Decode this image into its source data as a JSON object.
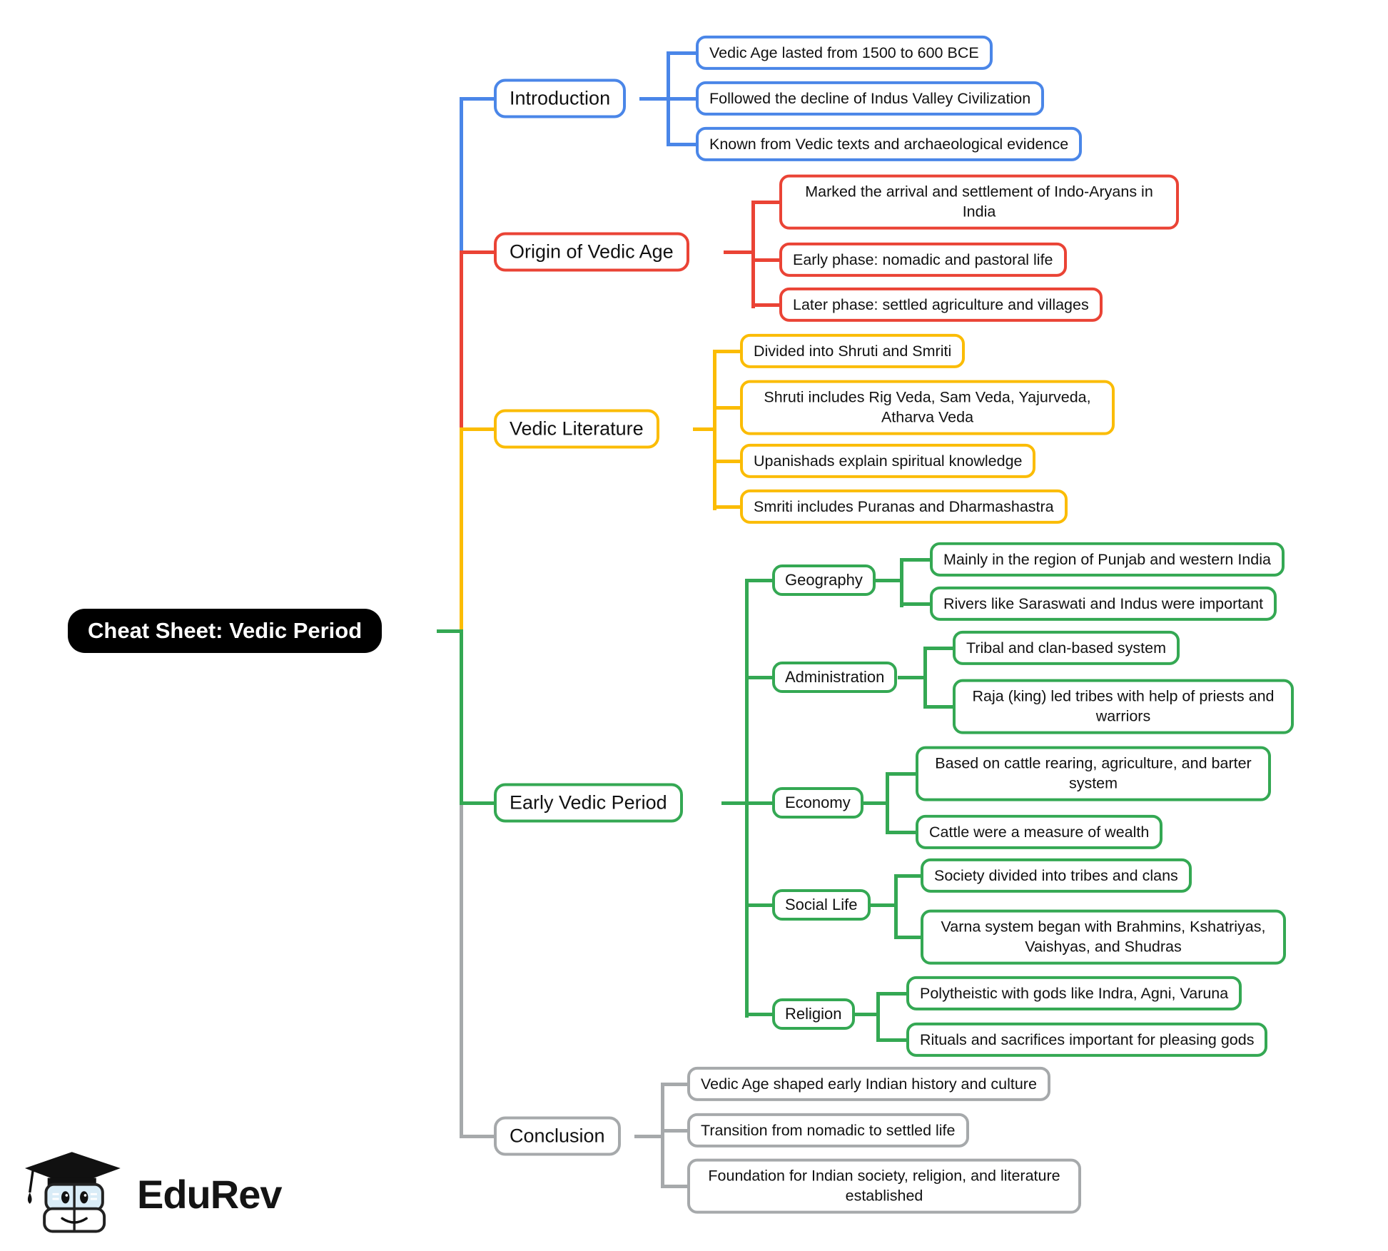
{
  "title": "Cheat Sheet: Vedic Period mind map",
  "colors": {
    "blue": "#4A86E8",
    "red": "#EA4335",
    "yellow": "#FBBC04",
    "green": "#34A853",
    "gray": "#A6A9AB",
    "root_bg": "#000000",
    "root_text": "#FFFFFF"
  },
  "map": {
    "root": "Cheat Sheet: Vedic Period",
    "branches": [
      {
        "label": "Introduction",
        "color": "#4A86E8",
        "children": [
          "Vedic Age lasted from 1500 to 600 BCE",
          "Followed the decline of Indus Valley Civilization",
          "Known from Vedic texts and archaeological evidence"
        ]
      },
      {
        "label": "Origin of Vedic Age",
        "color": "#EA4335",
        "children": [
          "Marked the arrival and settlement of Indo-Aryans in India",
          "Early phase: nomadic and pastoral life",
          "Later phase: settled agriculture and villages"
        ]
      },
      {
        "label": "Vedic Literature",
        "color": "#FBBC04",
        "children": [
          "Divided into Shruti and Smriti",
          "Shruti includes Rig Veda, Sam Veda, Yajurveda, Atharva Veda",
          "Upanishads explain spiritual knowledge",
          "Smriti includes Puranas and Dharmashastra"
        ]
      },
      {
        "label": "Early Vedic Period",
        "color": "#34A853",
        "children": [
          {
            "label": "Geography",
            "children": [
              "Mainly in the region of Punjab and western India",
              "Rivers like Saraswati and Indus were important"
            ]
          },
          {
            "label": "Administration",
            "children": [
              "Tribal and clan-based system",
              "Raja (king) led tribes with help of priests and warriors"
            ]
          },
          {
            "label": "Economy",
            "children": [
              "Based on cattle rearing, agriculture, and barter system",
              "Cattle were a measure of wealth"
            ]
          },
          {
            "label": "Social Life",
            "children": [
              "Society divided into tribes and clans",
              "Varna system began with Brahmins, Kshatriyas, Vaishyas, and Shudras"
            ]
          },
          {
            "label": "Religion",
            "children": [
              "Polytheistic with gods like Indra, Agni, Varuna",
              "Rituals and sacrifices important for pleasing gods"
            ]
          }
        ]
      },
      {
        "label": "Conclusion",
        "color": "#A6A9AB",
        "children": [
          "Vedic Age shaped early Indian history and culture",
          "Transition from nomadic to settled life",
          "Foundation for Indian society, religion, and literature established"
        ]
      }
    ]
  },
  "logo": {
    "wordmark": "EduRev"
  }
}
